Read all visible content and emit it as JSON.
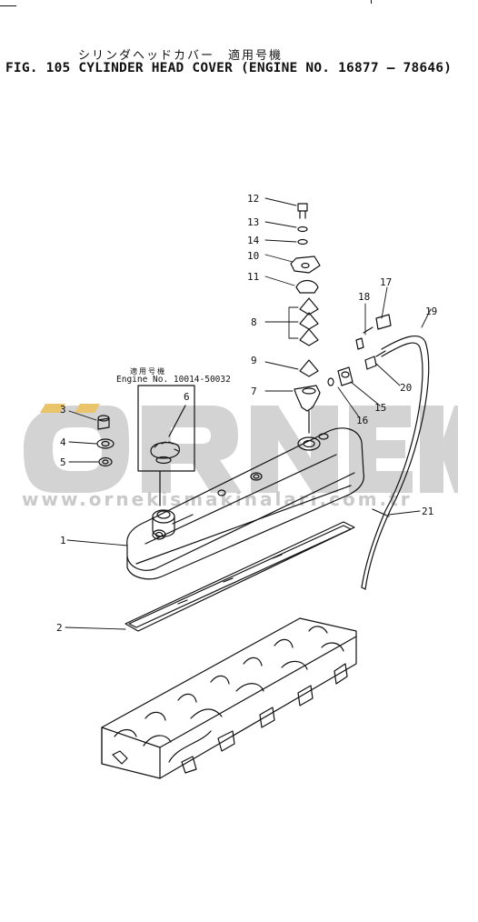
{
  "title_jp": "シリンダヘッドカバー　適用号機",
  "title_en": "FIG. 105 CYLINDER HEAD COVER (ENGINE NO. 16877 — 78646)",
  "variant_note": {
    "label_jp": "適用号機",
    "label_en": "Engine No. 10014-50032"
  },
  "watermark": {
    "brand": "ORNEK",
    "url": "www.ornekismakinalari.com.tr"
  },
  "callouts": {
    "c1": "1",
    "c2": "2",
    "c3": "3",
    "c4": "4",
    "c5": "5",
    "c6": "6",
    "c7": "7",
    "c8": "8",
    "c9": "9",
    "c10": "10",
    "c11": "11",
    "c12": "12",
    "c13": "13",
    "c14": "14",
    "c15": "15",
    "c16": "16",
    "c17": "17",
    "c18": "18",
    "c19": "19",
    "c20": "20",
    "c21": "21"
  }
}
